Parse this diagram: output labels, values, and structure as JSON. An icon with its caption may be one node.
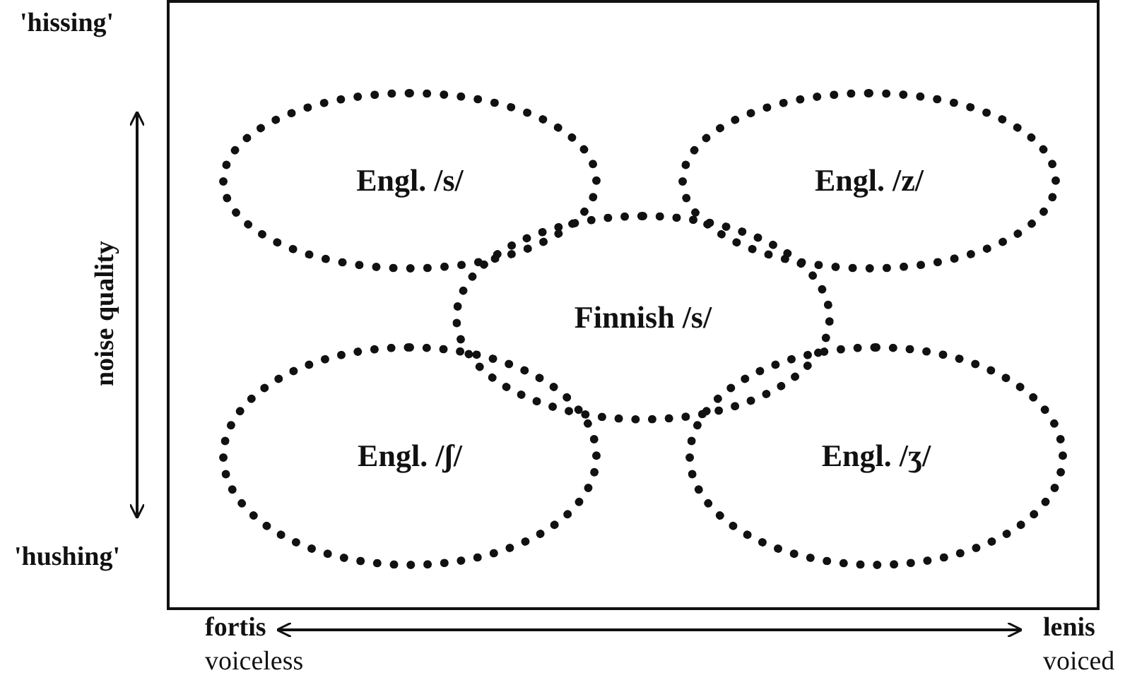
{
  "diagram": {
    "nodes": [
      {
        "text": [
          "Engl. /s/"
        ]
      },
      {
        "text": [
          "Engl. /z/"
        ]
      },
      {
        "text": [
          "Finnish /s/"
        ]
      },
      {
        "text": [
          "Engl. /ʃ/"
        ]
      },
      {
        "text": [
          "Engl. /ʒ/"
        ]
      }
    ],
    "edges": [],
    "labels": [
      "'hissing'",
      "noise quality",
      "'hushing'",
      "fortis",
      "voiceless",
      "lenis",
      "voiced"
    ]
  }
}
